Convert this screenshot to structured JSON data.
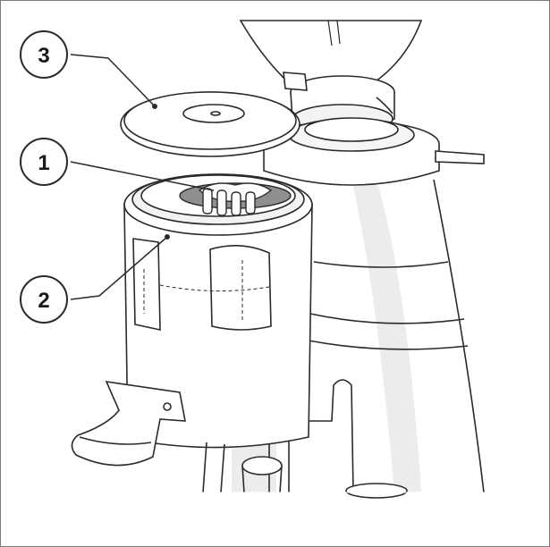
{
  "callouts": [
    {
      "id": "callout-1",
      "label": "1"
    },
    {
      "id": "callout-2",
      "label": "2"
    },
    {
      "id": "callout-3",
      "label": "3"
    }
  ],
  "colors": {
    "line": "#2a2a2a",
    "shade": "#d9d9d9",
    "dark": "#8a8a8a",
    "frame": "#7a7a7a"
  }
}
